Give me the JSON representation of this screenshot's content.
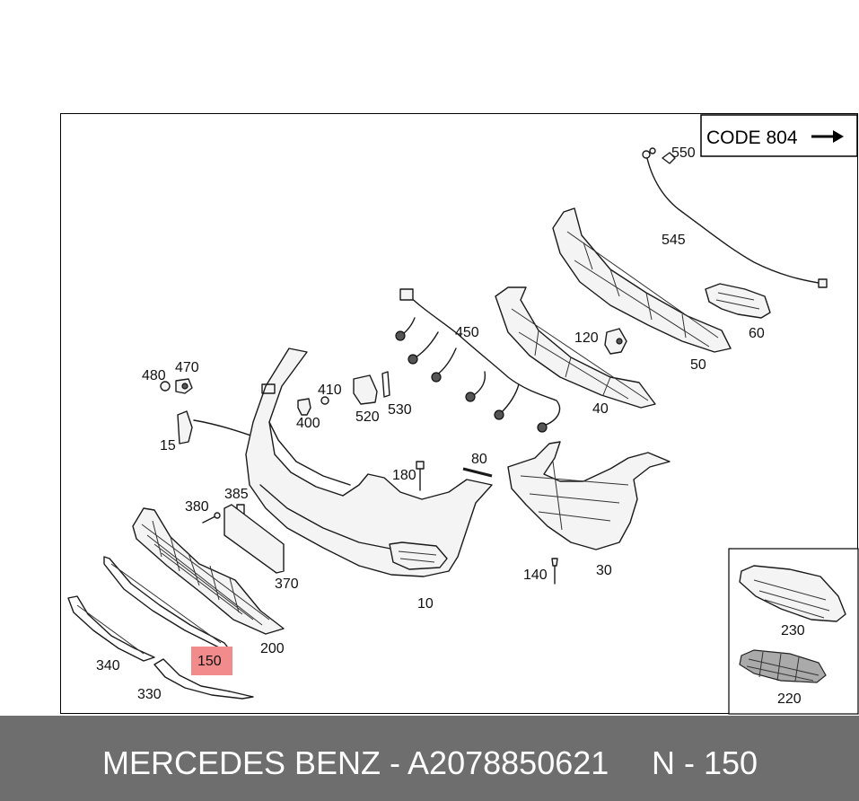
{
  "code_box": {
    "text": "CODE 804"
  },
  "part_numbers": {
    "p550": "550",
    "p545": "545",
    "p60": "60",
    "p50": "50",
    "p120": "120",
    "p40": "40",
    "p450": "450",
    "p480": "480",
    "p470": "470",
    "p410": "410",
    "p400": "400",
    "p520": "520",
    "p530": "530",
    "p15": "15",
    "p180": "180",
    "p80": "80",
    "p380": "380",
    "p385": "385",
    "p370": "370",
    "p10": "10",
    "p140": "140",
    "p30": "30",
    "p200": "200",
    "p340": "340",
    "p150": "150",
    "p330": "330",
    "p230": "230",
    "p220": "220"
  },
  "highlight": {
    "part": "150",
    "color": "#f28b8b"
  },
  "footer": {
    "title": "MERCEDES BENZ - A2078850621",
    "reference": "N - 150",
    "background": "#6e6e6e"
  }
}
